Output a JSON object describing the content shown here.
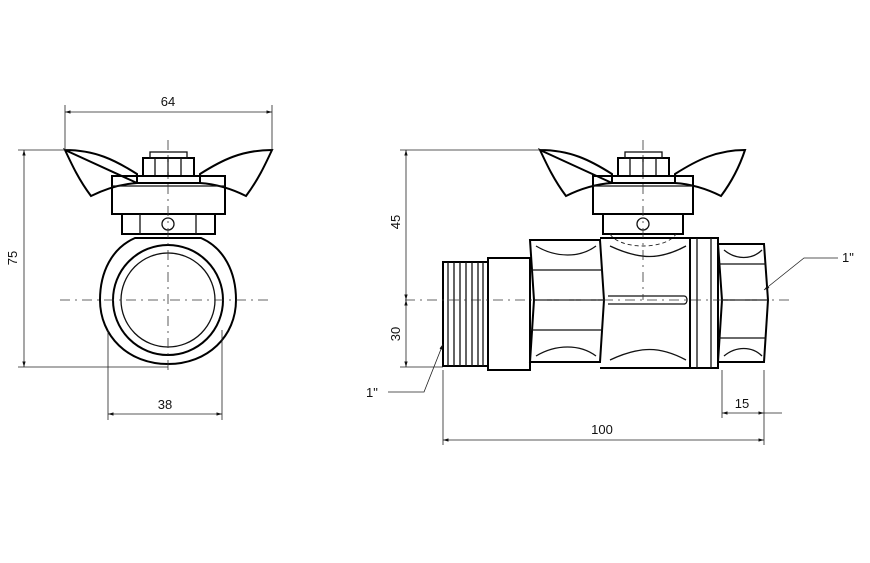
{
  "dimensions": {
    "front_width": "64",
    "front_height": "75",
    "front_bottom_width": "38",
    "side_height_upper": "45",
    "side_height_lower": "30",
    "side_length": "100",
    "side_nut": "15",
    "thread_male": "1\"",
    "thread_female": "1\""
  }
}
